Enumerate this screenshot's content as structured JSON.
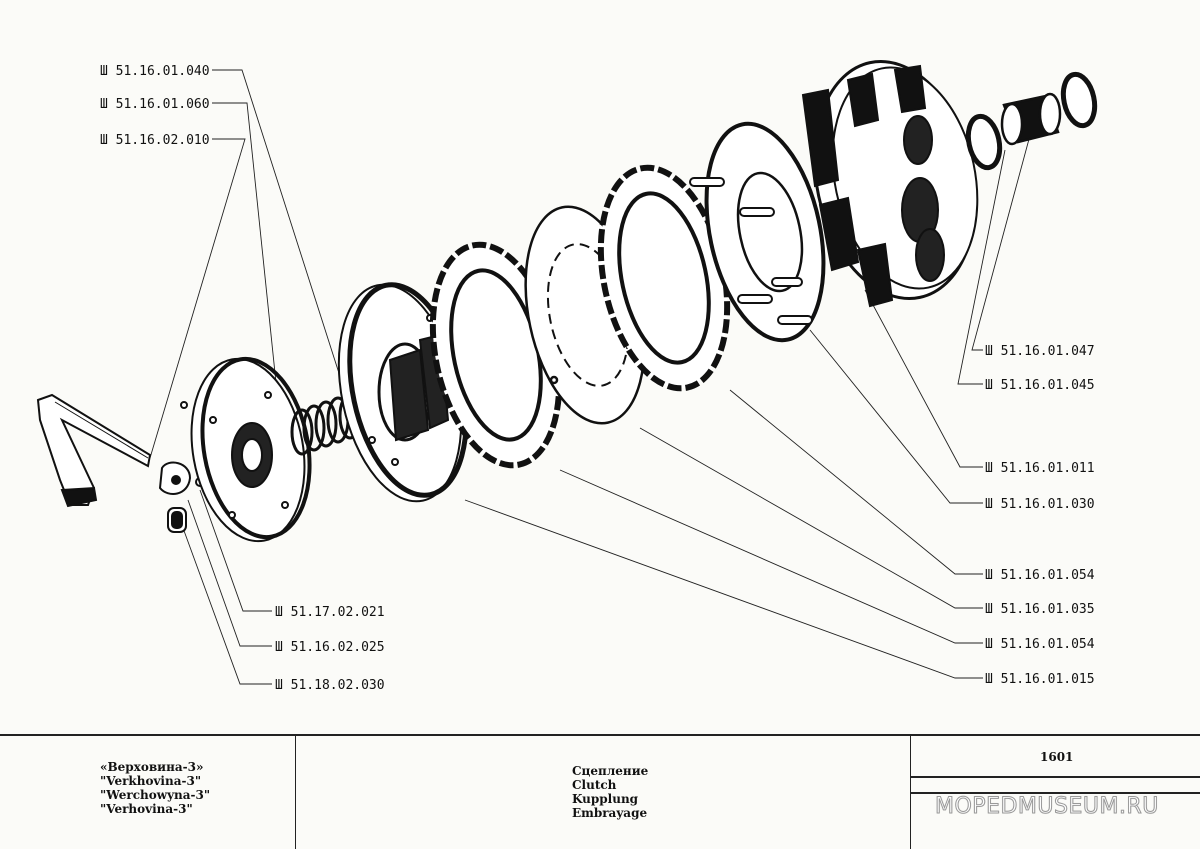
{
  "parts": {
    "p1": "Ш 51.16.01.040",
    "p2": "Ш 51.16.01.060",
    "p3": "Ш 51.16.02.010",
    "p4": "Ш 51.16.01.047",
    "p5": "Ш 51.16.01.045",
    "p6": "Ш 51.16.01.011",
    "p7": "Ш 51.16.01.030",
    "p8": "Ш 51.16.01.054",
    "p9": "Ш 51.16.01.035",
    "p10": "Ш 51.16.01.054",
    "p11": "Ш 51.16.01.015",
    "p12": "Ш 51.17.02.021",
    "p13": "Ш 51.16.02.025",
    "p14": "Ш 51.18.02.030"
  },
  "titleblock": {
    "model": [
      "«Верховина-3»",
      "\"Verkhovina-3\"",
      "\"Werchowyna-3\"",
      "\"Verhovina-3\""
    ],
    "title": [
      "Сцепление",
      "Clutch",
      "Kupplung",
      "Embrayage"
    ],
    "sheet": "1601",
    "watermark": "MOPEDMUSEUM.RU"
  }
}
